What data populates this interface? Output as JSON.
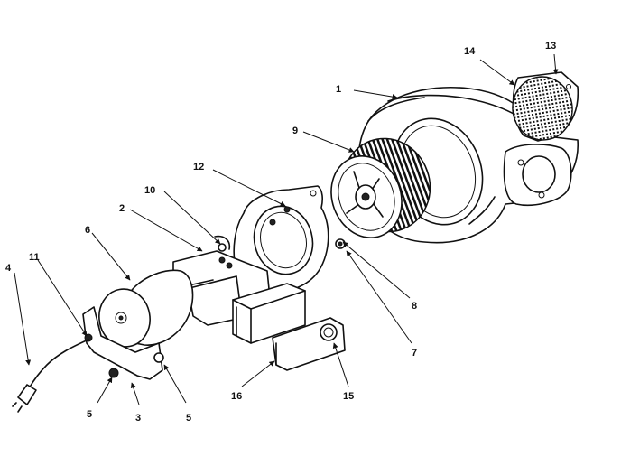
{
  "callouts": {
    "c1": "1",
    "c2": "2",
    "c3": "3",
    "c4": "4",
    "c5a": "5",
    "c5b": "5",
    "c6": "6",
    "c7": "7",
    "c8": "8",
    "c9": "9",
    "c10": "10",
    "c11": "11",
    "c12": "12",
    "c13": "13",
    "c14": "14",
    "c15": "15",
    "c16": "16"
  },
  "colors": {
    "ink": "#111111",
    "paper": "#ffffff"
  }
}
